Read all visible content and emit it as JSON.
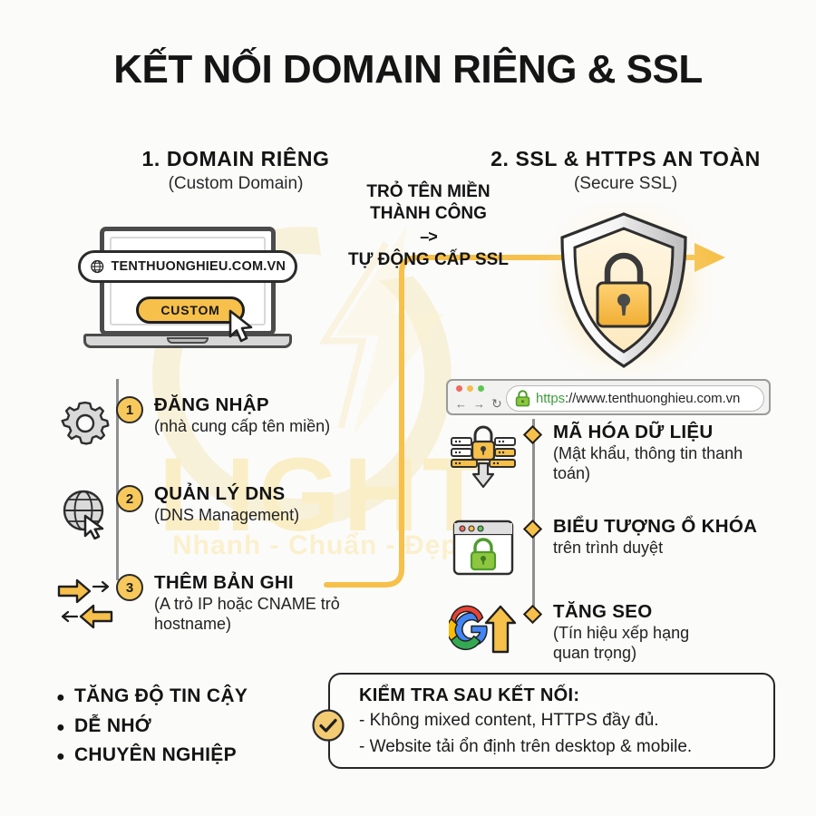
{
  "title": "KẾT NỐI DOMAIN RIÊNG & SSL",
  "colors": {
    "background": "#fbfbfa",
    "accent_amber": "#f6c04a",
    "accent_amber_dark": "#e8a92e",
    "ink": "#131313",
    "line_gray": "#8f8f8f",
    "green_lock": "#7ab648",
    "watermark": "#faeec4"
  },
  "watermark": {
    "brand": "LIGHT",
    "tagline": "Nhanh - Chuẩn - Đẹp"
  },
  "sections": {
    "left": {
      "heading": "1. DOMAIN RIÊNG",
      "subheading": "(Custom Domain)"
    },
    "right": {
      "heading": "2. SSL & HTTPS AN TOÀN",
      "subheading": "(Secure SSL)"
    }
  },
  "middle_note": {
    "line1": "TRỎ TÊN MIỀN",
    "line2": "THÀNH CÔNG",
    "arrow": "–>",
    "line3": "TỰ ĐỘNG CẤP SSL"
  },
  "laptop": {
    "globe_icon": "globe-icon",
    "url": "TENTHUONGHIEU.COM.VN",
    "button_label": "CUSTOM",
    "cursor_icon": "cursor-arrow-icon"
  },
  "shield": {
    "icon": "shield-lock-icon"
  },
  "left_steps": [
    {
      "number": "1",
      "icon": "gear-icon",
      "title": "ĐĂNG NHẬP",
      "desc": "(nhà cung cấp tên miền)"
    },
    {
      "number": "2",
      "icon": "globe-cursor-icon",
      "title": "QUẢN LÝ DNS",
      "desc": "(DNS Management)"
    },
    {
      "number": "3",
      "icon": "exchange-arrows-icon",
      "title": "THÊM BẢN GHI",
      "desc": "(A trỏ IP hoặc CNAME trỏ hostname)"
    }
  ],
  "browser_bar": {
    "back_icon": "back-arrow-icon",
    "forward_icon": "forward-arrow-icon",
    "reload_icon": "reload-icon",
    "lock_icon": "green-padlock-icon",
    "scheme": "https",
    "url_rest": "://www.tenthuonghieu.com.vn"
  },
  "right_steps": [
    {
      "icon": "server-lock-icon",
      "title": "MÃ HÓA DỮ LIỆU",
      "desc": "(Mật khẩu, thông tin thanh toán)"
    },
    {
      "icon": "browser-lock-icon",
      "title": "BIỂU TƯỢNG Ổ KHÓA",
      "desc": "trên trình duyệt"
    },
    {
      "icon": "google-up-arrow-icon",
      "title": "TĂNG SEO",
      "desc": "(Tín hiệu xếp hạng quan trọng)"
    }
  ],
  "benefits": [
    "TĂNG ĐỘ TIN CẬY",
    "DỄ NHỚ",
    "CHUYÊN NGHIỆP"
  ],
  "check_card": {
    "badge_icon": "check-circle-icon",
    "heading": "KIỂM TRA SAU KẾT NỐI:",
    "line1": "- Không mixed content, HTTPS đầy đủ.",
    "line2": "- Website tải ổn định trên desktop & mobile."
  }
}
